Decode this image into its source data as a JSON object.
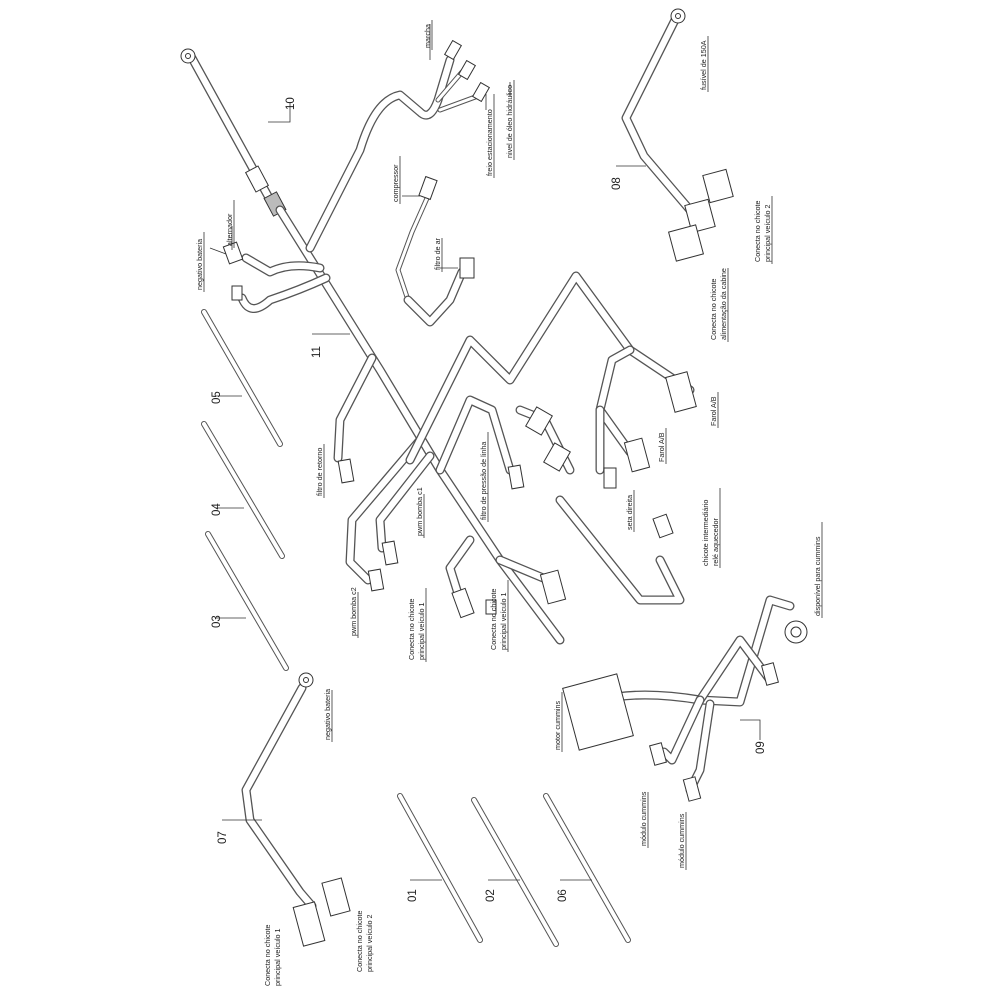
{
  "parts": {
    "p01": "01",
    "p02": "02",
    "p03": "03",
    "p04": "04",
    "p05": "05",
    "p06": "06",
    "p07": "07",
    "p08": "08",
    "p09": "09",
    "p10": "10",
    "p11": "11"
  },
  "labels": {
    "marcha": "marcha",
    "freio": "freio estacionamento",
    "nivel_oleo": "nivel de óleo hidráulico",
    "compressor": "compressor",
    "filtro_ar": "filtro de ar",
    "alternador": "alternador",
    "negativo_bateria_top": "negativo bateria",
    "filtro_retorno": "filtro de retorno",
    "pwm_c1": "pwm bomba c1",
    "pwm_c2": "pwm bomba c2",
    "filtro_pressao": "filtro de pressão de linha",
    "conecta_pv1_a": "Conecta no chicote",
    "conecta_pv1_b": "principal veículo 1",
    "conecta_pv1b_a": "Conecta no chicote",
    "conecta_pv1b_b": "principal veículo 1",
    "fusivel": "fusível de 150A",
    "conecta_pv2_a": "Conecta no chicote",
    "conecta_pv2_b": "principal veículo 2",
    "alim_cabine_a": "Conecta no chicote",
    "alim_cabine_b": "alimentação da cabine",
    "farol_ab": "Farol A/B",
    "farol_ab2": "Farol A/B",
    "seta_direita": "seta direita",
    "intermediario_a": "chicote intermediário",
    "intermediario_b": "relé aquecedor",
    "disponivel_cummins": "disponível para cummins",
    "motor_cummins": "motor cummins",
    "modulo_cummins_1": "módulo cummins",
    "modulo_cummins_2": "módulo cummins",
    "negativo_bateria_07": "negativo bateria",
    "bl_conecta_pv1_a": "Conecta no chicote",
    "bl_conecta_pv1_b": "principal veículo 1",
    "bl_conecta_pv2_a": "Conecta no chicote",
    "bl_conecta_pv2_b": "principal veículo 2"
  }
}
